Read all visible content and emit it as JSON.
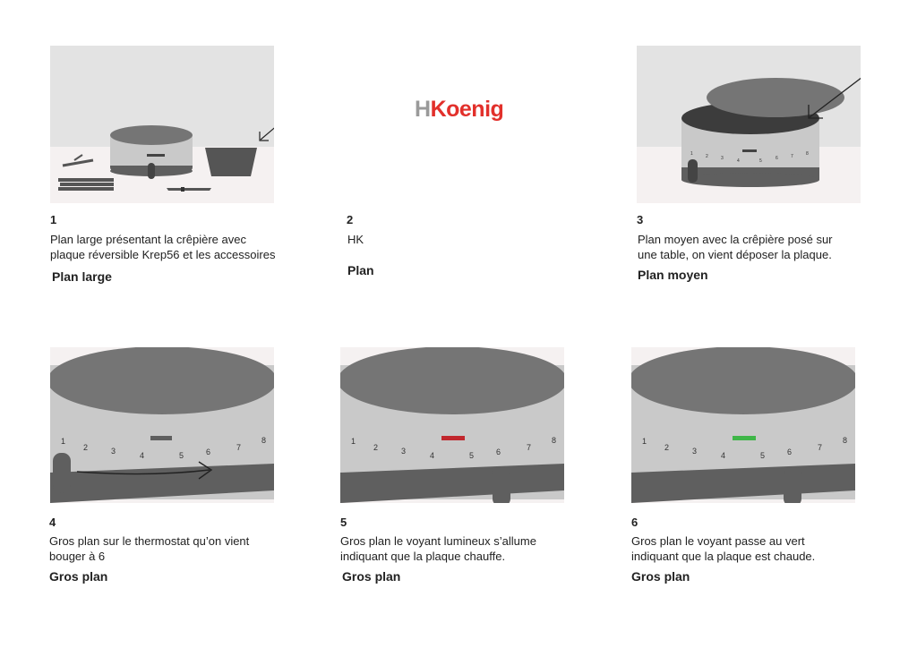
{
  "brand": {
    "logo_h": "H",
    "logo_rest": "Koenig",
    "colors": {
      "h": "#9a9a9a",
      "rest": "#e2302b"
    }
  },
  "dial_numbers": [
    "1",
    "2",
    "3",
    "4",
    "5",
    "6",
    "7",
    "8"
  ],
  "panels": [
    {
      "number": "1",
      "description": "Plan large présentant la crêpière avec\nplaque réversible Krep56 et les accessoires",
      "shot_type": "Plan large"
    },
    {
      "number": "2",
      "description": "HK",
      "shot_type": "Plan"
    },
    {
      "number": "3",
      "description": "Plan moyen avec la crêpière posé sur\nune table, on vient déposer la plaque.",
      "shot_type": "Plan moyen"
    },
    {
      "number": "4",
      "description": "Gros plan sur le thermostat qu’on vient\nbouger à 6",
      "shot_type": "Gros plan"
    },
    {
      "number": "5",
      "description": "Gros plan le voyant lumineux s’allume\nindiquant que la plaque chauffe.",
      "shot_type": "Gros plan",
      "indicator_color": "#c1272d"
    },
    {
      "number": "6",
      "description": "Gros plan le voyant passe au vert\nindiquant que la plaque est chaude.",
      "shot_type": "Gros plan",
      "indicator_color": "#3fb648"
    }
  ]
}
